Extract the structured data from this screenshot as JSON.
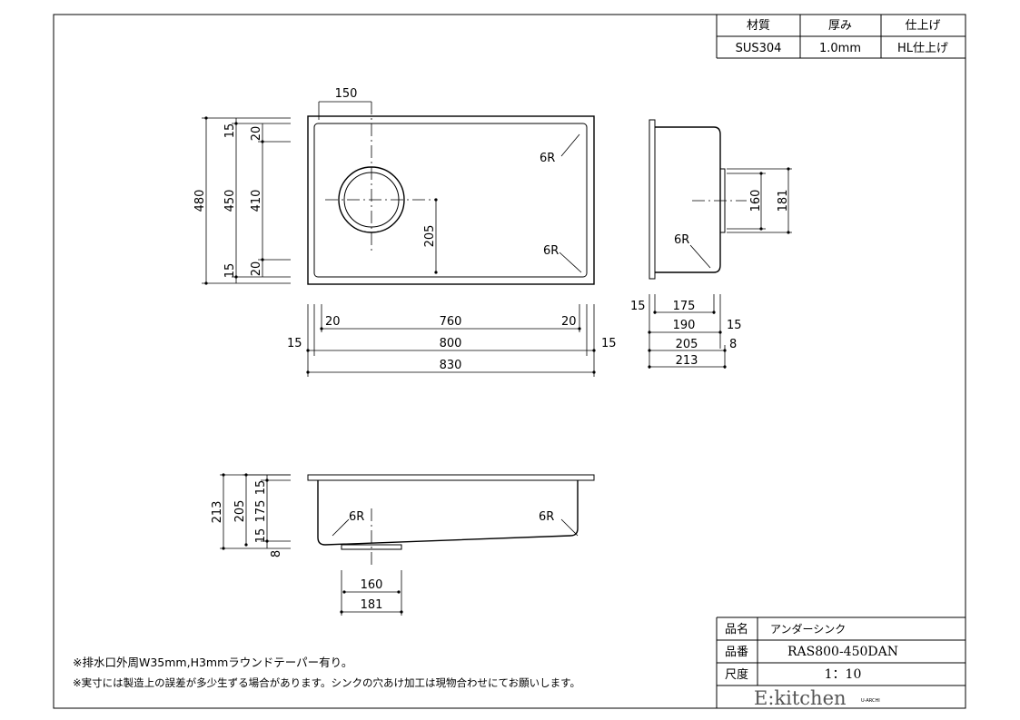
{
  "spec_table": {
    "headers": [
      "材質",
      "厚み",
      "仕上げ"
    ],
    "values": [
      "SUS304",
      "1.0mm",
      "HL仕上げ"
    ]
  },
  "title_block": {
    "name_label": "品名",
    "name_value": "アンダーシンク",
    "number_label": "品番",
    "number_value": "RAS800-450DAN",
    "scale_label": "尺度",
    "scale_value": "1：10",
    "logo_main": "E:kitchen",
    "logo_sub": "U-ARCHI"
  },
  "notes": [
    "※排水口外周W35mm,H3mmラウンドテーパー有り。",
    "※実寸には製造上の誤差が多少生ずる場合があります。シンクの穴あけ加工は現物合わせにてお願いします。"
  ],
  "top_view": {
    "dims": {
      "drain_offset": "150",
      "radius_top": "6R",
      "radius_bottom": "6R",
      "drain_to_bottom": "205",
      "overall_depth": "480",
      "inner_depth": "450",
      "bowl_depth": "410",
      "flange_top": "15",
      "flange_bottom": "15",
      "corner_top": "20",
      "corner_bottom": "20",
      "inner_left": "20",
      "bowl_width": "760",
      "inner_right": "20",
      "side_left": "15",
      "inner_width": "800",
      "side_right": "15",
      "overall_width": "830"
    }
  },
  "side_view": {
    "dims": {
      "radius": "6R",
      "drain_160": "160",
      "drain_181": "181",
      "d175": "175",
      "d190": "190",
      "d205": "205",
      "d213": "213",
      "top_15": "15",
      "right_15": "15",
      "right_8": "8"
    }
  },
  "front_view": {
    "dims": {
      "h213": "213",
      "h205": "205",
      "h175": "175",
      "h15a": "15",
      "h15b": "15",
      "h8": "8",
      "radius_left": "6R",
      "radius_right": "6R",
      "drain_160": "160",
      "drain_181": "181"
    }
  }
}
